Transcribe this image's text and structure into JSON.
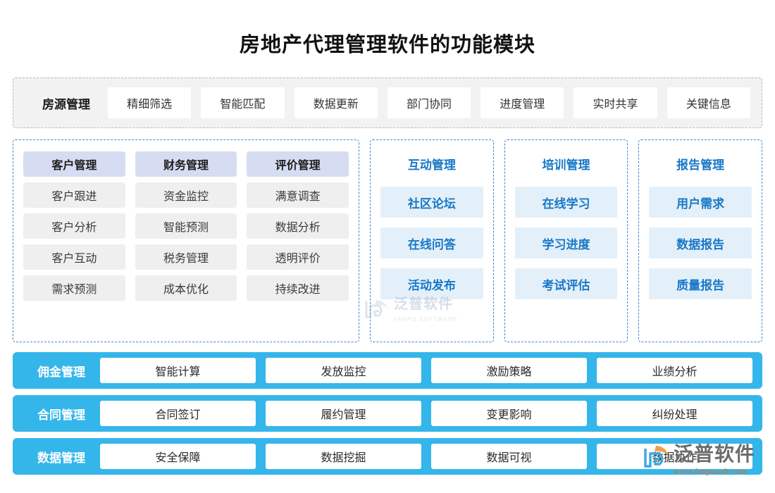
{
  "title": "房地产代理管理软件的功能模块",
  "colors": {
    "accent_blue": "#1878c8",
    "panel_border_blue": "#3f86d8",
    "cyan_bar": "#35b6ea",
    "head_chip_lavender": "#d6dcf1",
    "sub_chip_gray": "#efefef",
    "blue_chip": "#e4f0f9",
    "top_band_bg": "#f2f2f2",
    "top_band_border": "#b9b9b9",
    "logo_orange": "#e06a1e"
  },
  "top_band": {
    "label": "房源管理",
    "chips": [
      "精细筛选",
      "智能匹配",
      "数据更新",
      "部门协同",
      "进度管理",
      "实时共享",
      "关键信息"
    ]
  },
  "wide_panel": {
    "columns": [
      {
        "head": "客户管理",
        "items": [
          "客户跟进",
          "客户分析",
          "客户互动",
          "需求预测"
        ]
      },
      {
        "head": "财务管理",
        "items": [
          "资金监控",
          "智能预测",
          "税务管理",
          "成本优化"
        ]
      },
      {
        "head": "评价管理",
        "items": [
          "满意调查",
          "数据分析",
          "透明评价",
          "持续改进"
        ]
      }
    ]
  },
  "narrow_panels": [
    {
      "title": "互动管理",
      "items": [
        "社区论坛",
        "在线问答",
        "活动发布"
      ]
    },
    {
      "title": "培训管理",
      "items": [
        "在线学习",
        "学习进度",
        "考试评估"
      ]
    },
    {
      "title": "报告管理",
      "items": [
        "用户需求",
        "数据报告",
        "质量报告"
      ]
    }
  ],
  "bottom_bars": [
    {
      "label": "佣金管理",
      "chips": [
        "智能计算",
        "发放监控",
        "激励策略",
        "业绩分析"
      ]
    },
    {
      "label": "合同管理",
      "chips": [
        "合同签订",
        "履约管理",
        "变更影响",
        "纠纷处理"
      ]
    },
    {
      "label": "数据管理",
      "chips": [
        "安全保障",
        "数据挖掘",
        "数据可视",
        "数据协作"
      ]
    }
  ],
  "watermark_center": {
    "cn": "泛普软件",
    "en": "FANPU SOFTWARE"
  },
  "watermark_corner": {
    "cn": "泛普软件",
    "url": "www.fanpusoft.com"
  }
}
